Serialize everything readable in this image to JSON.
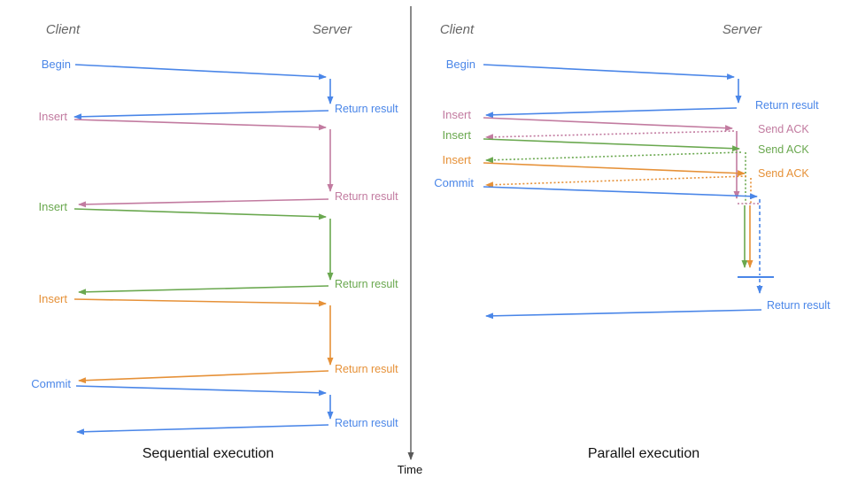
{
  "palette": {
    "blue": "#4a86e8",
    "pink": "#c27ba0",
    "green": "#6aa84f",
    "orange": "#e69138",
    "axis_gray": "#595959",
    "header_gray": "#666666"
  },
  "axis": {
    "label": "Time"
  },
  "left_panel": {
    "title": "Sequential execution",
    "client_header": "Client",
    "server_header": "Server",
    "operations": [
      {
        "label": "Begin",
        "color": "#4a86e8",
        "server_reply": "Return result"
      },
      {
        "label": "Insert",
        "color": "#c27ba0",
        "server_reply": "Return result"
      },
      {
        "label": "Insert",
        "color": "#6aa84f",
        "server_reply": "Return result"
      },
      {
        "label": "Insert",
        "color": "#e69138",
        "server_reply": "Return result"
      },
      {
        "label": "Commit",
        "color": "#4a86e8",
        "server_reply": "Return result"
      }
    ]
  },
  "right_panel": {
    "title": "Parallel execution",
    "client_header": "Client",
    "server_header": "Server",
    "operations": [
      {
        "label": "Begin",
        "color": "#4a86e8",
        "server_reply": "Return result"
      },
      {
        "label": "Insert",
        "color": "#c27ba0",
        "server_reply": "Send ACK"
      },
      {
        "label": "Insert",
        "color": "#6aa84f",
        "server_reply": "Send ACK"
      },
      {
        "label": "Insert",
        "color": "#e69138",
        "server_reply": "Send ACK"
      },
      {
        "label": "Commit",
        "color": "#4a86e8",
        "server_reply": "Return result"
      }
    ]
  }
}
